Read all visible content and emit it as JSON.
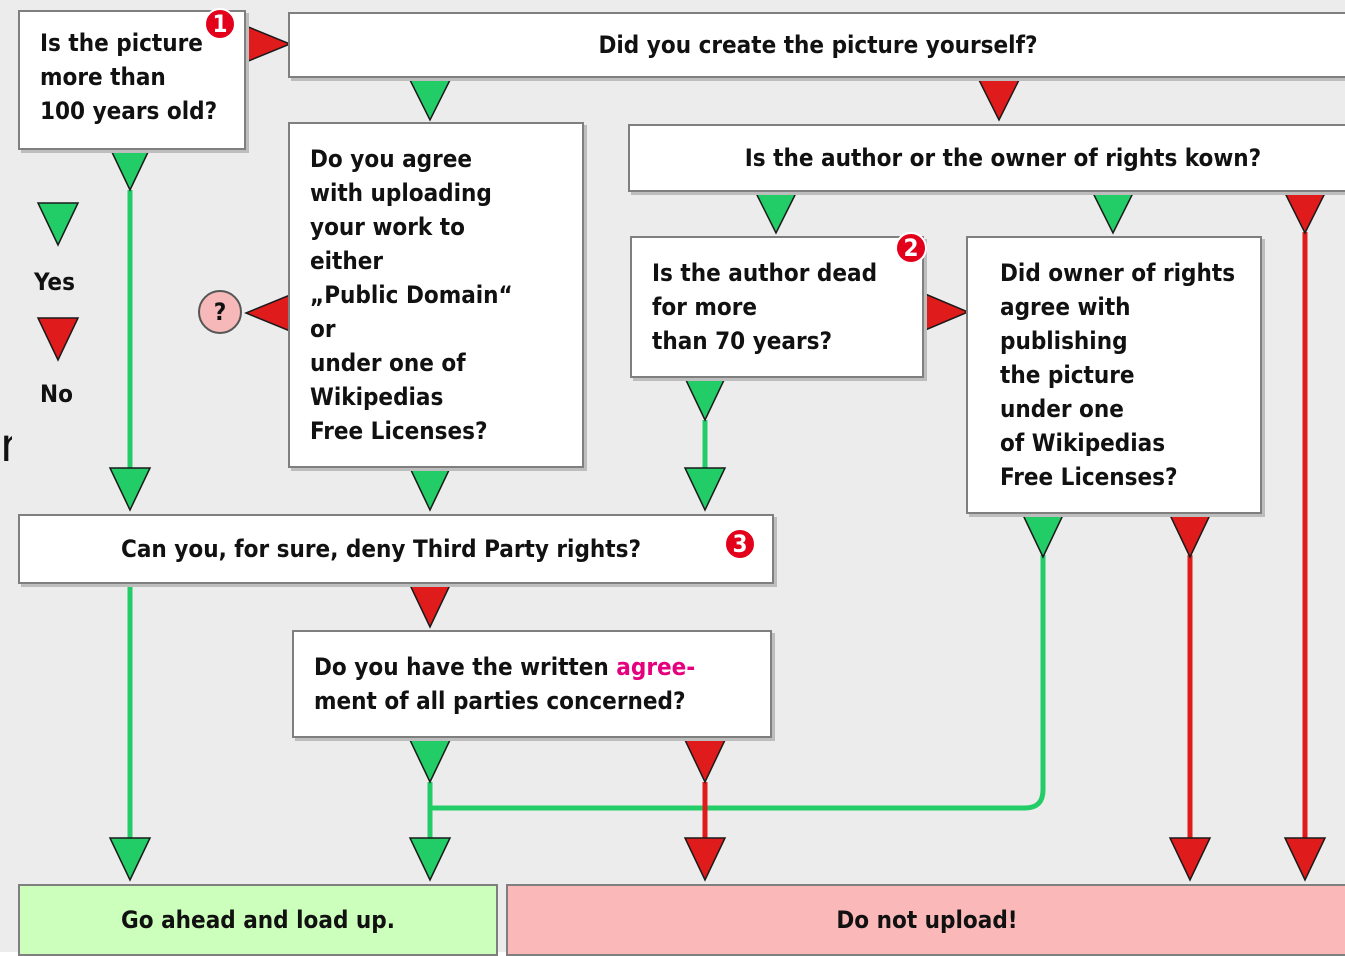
{
  "nodes": {
    "q_old": [
      "Is the picture",
      "more than",
      "100 years old?"
    ],
    "q_create": "Did you create the picture yourself?",
    "q_agree": [
      "Do you agree",
      "with uploading",
      "your work to",
      "either",
      "„Public Domain“",
      "or",
      "under one of",
      "Wikipedias",
      "Free Licenses?"
    ],
    "q_author_known": "Is the author or the owner of rights kown?",
    "q_dead": [
      "Is the author dead",
      "for more",
      "than 70 years?"
    ],
    "q_owner": [
      "Did owner of rights",
      "agree with",
      "publishing",
      "the picture",
      "under one",
      "of Wikipedias",
      "Free Licenses?"
    ],
    "q_third": "Can you, for sure, deny Third Party rights?",
    "q_written_1": "Do you have the written ",
    "q_written_highlight": "agree-",
    "q_written_2": "ment of all parties concerned?"
  },
  "outcomes": {
    "yes": "Go ahead and load up.",
    "no": "Do not upload!"
  },
  "legend": {
    "yes": "Yes",
    "no": "No"
  },
  "badges": {
    "b1": "1",
    "b2": "2",
    "b3": "3"
  },
  "question_symbol": "?",
  "stray_glyph": "n",
  "colors": {
    "yes": "#22cc66",
    "no": "#e01b1b",
    "yes_box": "#ccffbb",
    "no_box": "#fbb8b8"
  }
}
